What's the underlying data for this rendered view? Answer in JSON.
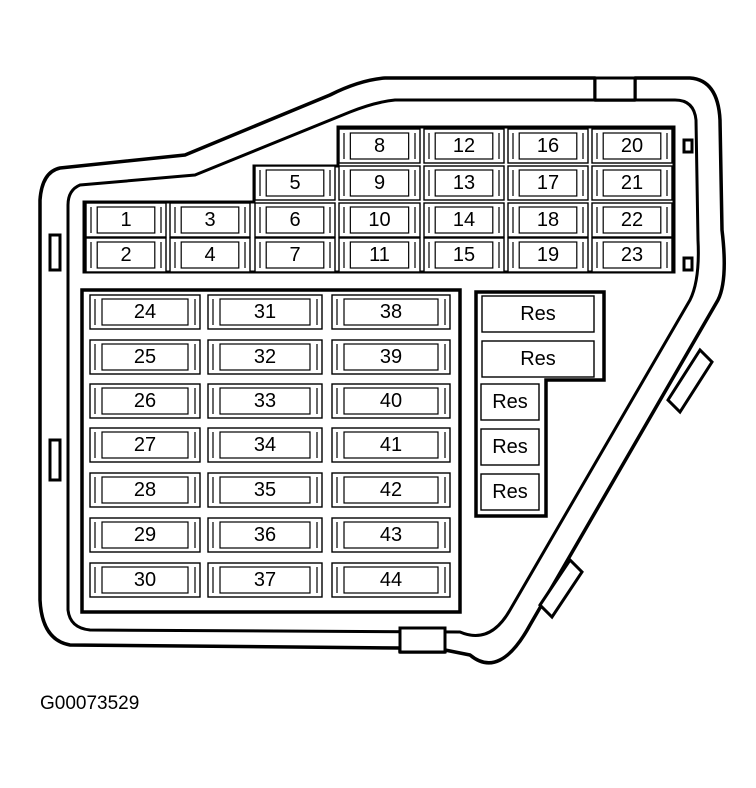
{
  "figure_id": "G00073529",
  "top_block": {
    "rows": [
      [
        "",
        "",
        "",
        "8",
        "12",
        "16",
        "20"
      ],
      [
        "",
        "",
        "5",
        "9",
        "13",
        "17",
        "21"
      ],
      [
        "1",
        "3",
        "6",
        "10",
        "14",
        "18",
        "22"
      ],
      [
        "2",
        "4",
        "7",
        "11",
        "15",
        "19",
        "23"
      ]
    ]
  },
  "lower_block": {
    "columns": [
      [
        "24",
        "25",
        "26",
        "27",
        "28",
        "29",
        "30"
      ],
      [
        "31",
        "32",
        "33",
        "34",
        "35",
        "36",
        "37"
      ],
      [
        "38",
        "39",
        "40",
        "41",
        "42",
        "43",
        "44"
      ]
    ]
  },
  "reserve_slots": {
    "wide": [
      "Res",
      "Res"
    ],
    "narrow": [
      "Res",
      "Res",
      "Res"
    ]
  }
}
